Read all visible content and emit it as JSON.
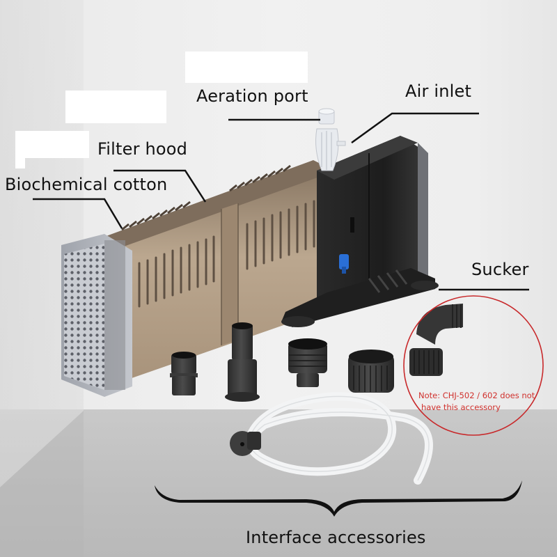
{
  "image": {
    "subject": "Aquarium submersible filter pump with accessories",
    "background_colors": {
      "wall": "#efefef",
      "floor": "#bfbfbf"
    }
  },
  "labels": {
    "aeration_port": "Aeration port",
    "air_inlet": "Air inlet",
    "filter_hood": "Filter hood",
    "biochemical_cotton": "Biochemical cotton",
    "sucker": "Sucker",
    "interface_accessories": "Interface accessories"
  },
  "note": {
    "line1": "Note: CHJ-502 / 602 does not",
    "line2": "have this accessory",
    "color": "#d0312d"
  },
  "accessories": [
    {
      "name": "short hose barb connector"
    },
    {
      "name": "long stepped hose barb connector"
    },
    {
      "name": "threaded adapter"
    },
    {
      "name": "threaded nut"
    },
    {
      "name": "elbow connector"
    },
    {
      "name": "air tube with regulator"
    }
  ]
}
